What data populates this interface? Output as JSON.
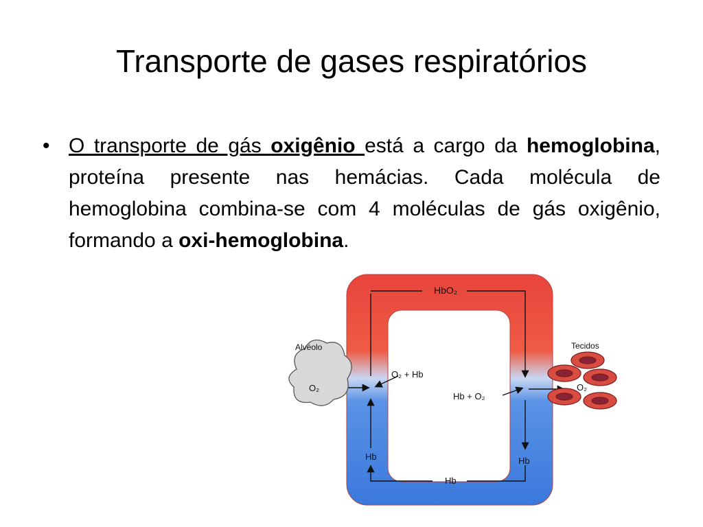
{
  "slide": {
    "title": "Transporte de gases respiratórios",
    "bullet": {
      "marker": "•",
      "segments": [
        {
          "text": "O transporte de gás ",
          "style": "u"
        },
        {
          "text": "oxigênio",
          "style": "ub"
        },
        {
          "text": " ",
          "style": "u"
        },
        {
          "text": "está a cargo da ",
          "style": ""
        },
        {
          "text": "hemoglobina",
          "style": "b"
        },
        {
          "text": ", proteína presente nas hemácias. Cada molécula de hemoglobina combina-se com 4 moléculas de gás oxigênio, formando a ",
          "style": ""
        },
        {
          "text": "oxi-hemoglobina",
          "style": "b"
        },
        {
          "text": ".",
          "style": ""
        }
      ]
    }
  },
  "diagram": {
    "colors": {
      "artery_red": "#e8443c",
      "vein_blue": "#3f7fe0",
      "cell_red": "#d94c42",
      "cell_core": "#8a2236"
    },
    "labels": {
      "top": "HbO₂",
      "left_reaction": "O₂ + Hb",
      "right_reaction": "Hb + O₂",
      "alveolus": "Alvéolo",
      "alveolus_gas": "O₂",
      "tissues": "Tecidos",
      "tissue_gas": "O₂",
      "left_bottom": "Hb",
      "right_bottom": "Hb",
      "bottom": "Hb"
    }
  }
}
